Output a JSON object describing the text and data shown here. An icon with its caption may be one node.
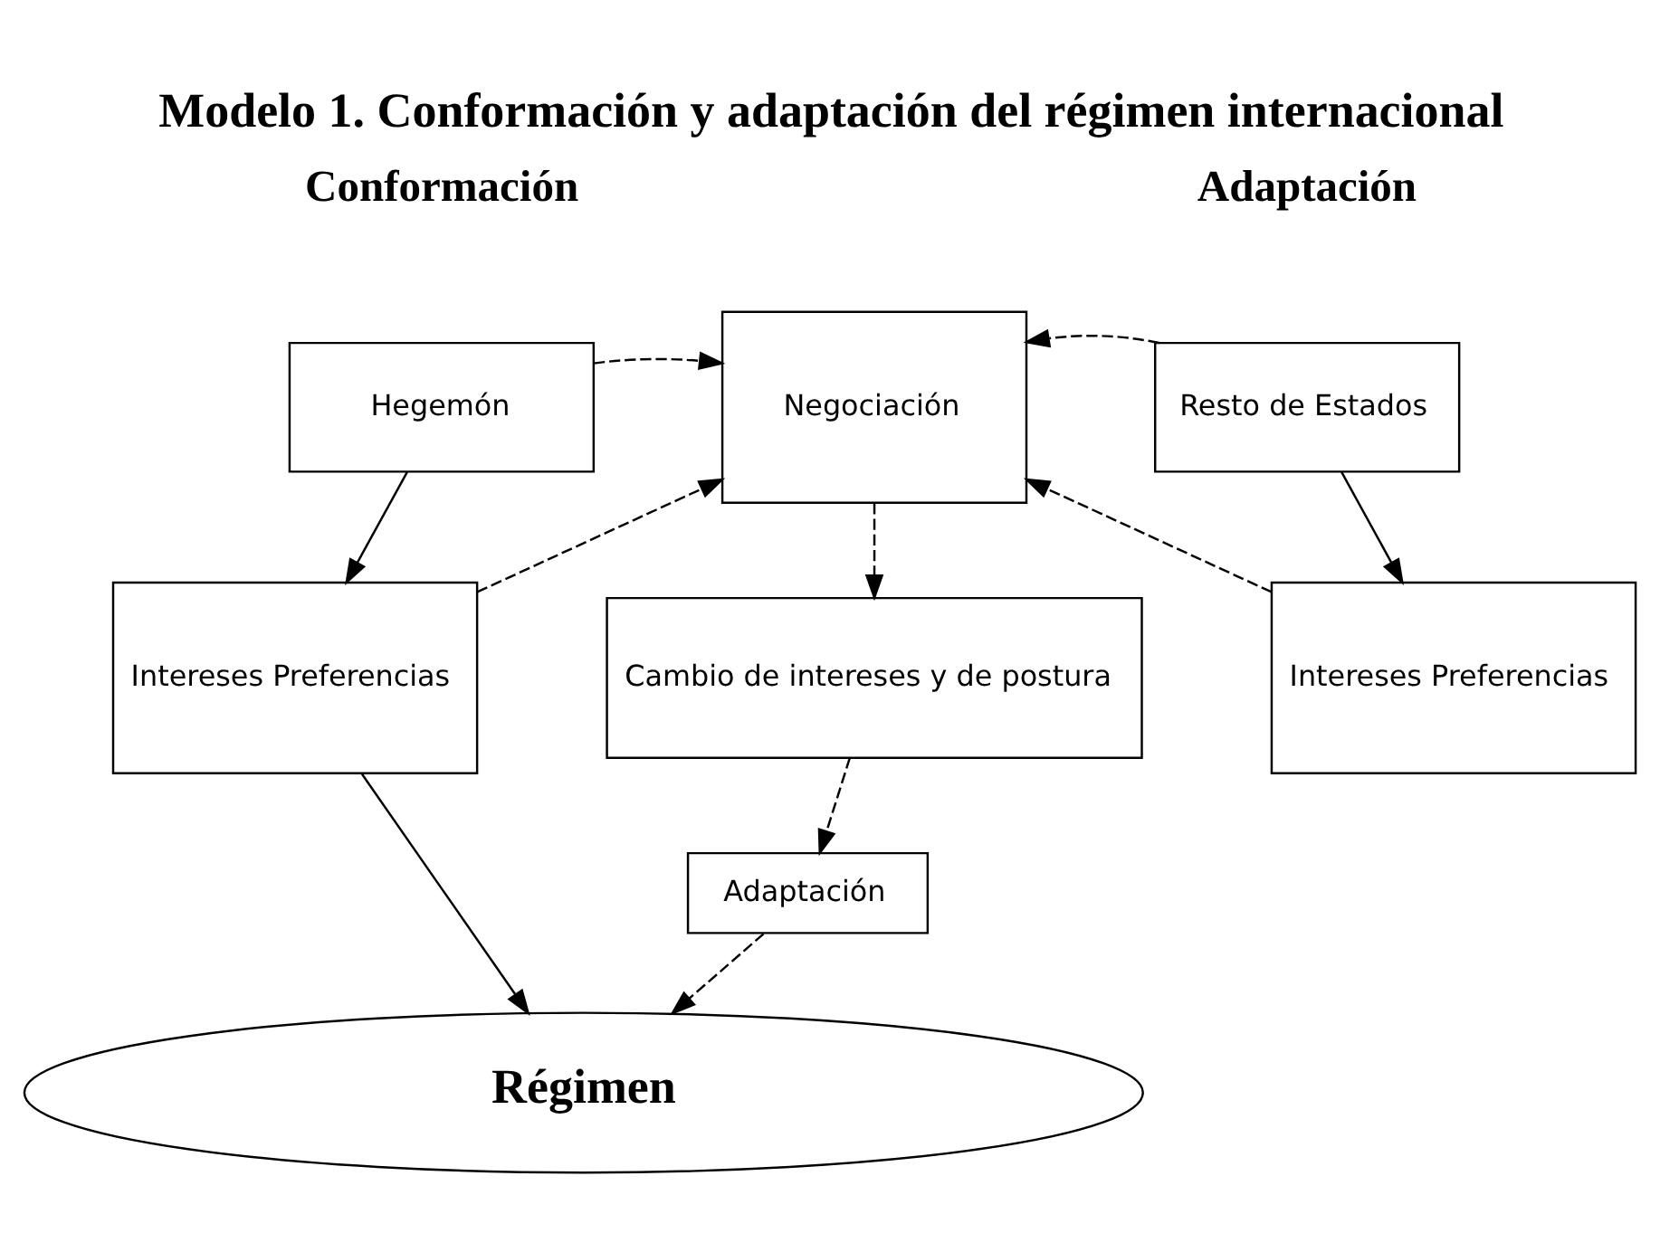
{
  "diagram": {
    "title": "Modelo 1. Conformación y adaptación del régimen internacional",
    "nodes": [
      {
        "text": [
          "Hegemón"
        ]
      },
      {
        "text": [
          "Negociación"
        ]
      },
      {
        "text": [
          "Resto de Estados"
        ]
      },
      {
        "text": [
          "Intereses Preferencias"
        ]
      },
      {
        "text": [
          "Intereses Preferencias"
        ]
      },
      {
        "text": [
          "Cambio de intereses y de postura"
        ]
      },
      {
        "text": [
          "Adaptación"
        ]
      },
      {
        "text": [
          "Régimen"
        ]
      }
    ],
    "edges": [
      {
        "from": 0,
        "to": 1,
        "arrow": "to",
        "style": "dashed"
      },
      {
        "from": 2,
        "to": 1,
        "arrow": "to",
        "style": "dashed"
      },
      {
        "from": 0,
        "to": 3,
        "arrow": "to"
      },
      {
        "from": 2,
        "to": 4,
        "arrow": "to"
      },
      {
        "from": 3,
        "to": 1,
        "arrow": "to",
        "style": "dashed"
      },
      {
        "from": 4,
        "to": 1,
        "arrow": "to",
        "style": "dashed"
      },
      {
        "from": 1,
        "to": 5,
        "arrow": "to",
        "style": "dashed"
      },
      {
        "from": 5,
        "to": 6,
        "arrow": "to",
        "style": "dashed"
      },
      {
        "from": 6,
        "to": 7,
        "arrow": "to",
        "style": "dashed"
      },
      {
        "from": 3,
        "to": 7,
        "arrow": "to"
      }
    ],
    "labels": [
      "Conformación",
      "Adaptación"
    ]
  }
}
